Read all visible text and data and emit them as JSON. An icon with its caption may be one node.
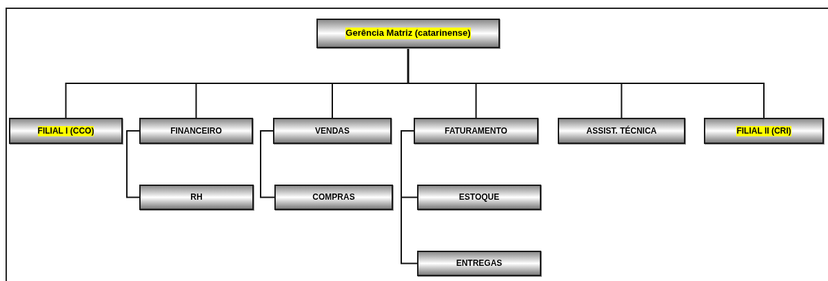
{
  "diagram": {
    "nodes": [
      {
        "text": [
          "Gerência Matriz (catarinense)"
        ]
      },
      {
        "text": [
          "FILIAL I (CCO)"
        ]
      },
      {
        "text": [
          "FINANCEIRO"
        ]
      },
      {
        "text": [
          "VENDAS"
        ]
      },
      {
        "text": [
          "FATURAMENTO"
        ]
      },
      {
        "text": [
          "ASSIST. TÉCNICA"
        ]
      },
      {
        "text": [
          "FILIAL II (CRI)"
        ]
      },
      {
        "text": [
          "RH"
        ]
      },
      {
        "text": [
          "COMPRAS"
        ]
      },
      {
        "text": [
          "ESTOQUE"
        ]
      },
      {
        "text": [
          "ENTREGAS"
        ]
      }
    ],
    "edges": [
      {
        "from": 0,
        "to": 1,
        "arrow": "none"
      },
      {
        "from": 0,
        "to": 2,
        "arrow": "none"
      },
      {
        "from": 0,
        "to": 3,
        "arrow": "none"
      },
      {
        "from": 0,
        "to": 4,
        "arrow": "none"
      },
      {
        "from": 0,
        "to": 5,
        "arrow": "none"
      },
      {
        "from": 0,
        "to": 6,
        "arrow": "none"
      },
      {
        "from": 2,
        "to": 7,
        "arrow": "none"
      },
      {
        "from": 3,
        "to": 8,
        "arrow": "none"
      },
      {
        "from": 4,
        "to": 9,
        "arrow": "none"
      },
      {
        "from": 4,
        "to": 10,
        "arrow": "none"
      }
    ]
  }
}
